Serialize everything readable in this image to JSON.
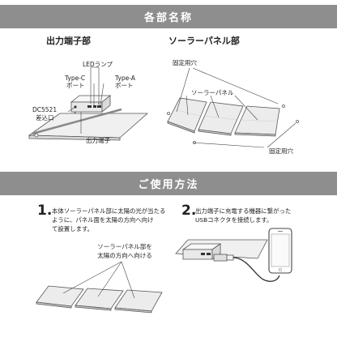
{
  "sections": {
    "parts_title": "各部名称",
    "usage_title": "ご使用方法"
  },
  "parts": {
    "output_unit_title": "出力端子部",
    "panel_title": "ソーラーパネル部",
    "led": "LEDランプ",
    "typec_1": "Type-C",
    "typec_2": "ポート",
    "typea_1": "Type-A",
    "typea_2": "ポート",
    "dc_1": "DC5521",
    "dc_2": "差込口",
    "output_terminal": "出力端子",
    "fix_hole_top": "固定用穴",
    "panel_label": "ソーラーパネル",
    "fix_hole_bottom": "固定用穴"
  },
  "usage": {
    "step1_num": "1.",
    "step1_line1": "本体ソーラーパネル部に太陽の光が当たる",
    "step1_line2": "ように、パネル面を太陽の方向へ向け",
    "step1_line3": "て設置します。",
    "step2_num": "2.",
    "step2_line1": "出力端子に充電する機器に繋がった",
    "step2_line2": "USBコネクタを接続します。",
    "callout_1": "ソーラーパネル部を",
    "callout_2": "太陽の方向へ向ける"
  }
}
